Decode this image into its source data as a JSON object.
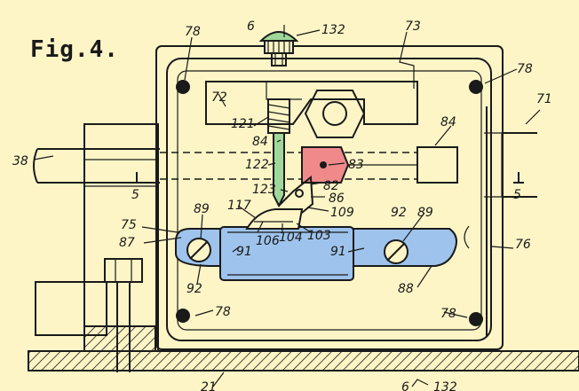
{
  "figure": {
    "title": "Fig.4.",
    "colors": {
      "background": "#fdf5c6",
      "plunger": "#9fd89a",
      "cam": "#f08a8a",
      "plate": "#9ec3ec",
      "ink": "#1a1a1a"
    },
    "labels": {
      "l6_top": "6",
      "l132_top": "132",
      "l78_tl": "78",
      "l73": "73",
      "l78_tr": "78",
      "l71": "71",
      "l72": "72",
      "l121": "121",
      "l84_right": "84",
      "l84": "84",
      "l38": "38",
      "l122": "122",
      "l83": "83",
      "l5_left": "5",
      "l5_right": "5",
      "l123": "123",
      "l82": "82",
      "l86": "86",
      "l117": "117",
      "l109": "109",
      "l89_left": "89",
      "l92_top": "92",
      "l89_right": "89",
      "l75": "75",
      "l104": "104",
      "l103": "103",
      "l106": "106",
      "l87": "87",
      "l76": "76",
      "l91_left": "91",
      "l91_right": "91",
      "l92_bottom": "92",
      "l88": "88",
      "l78_bl": "78",
      "l78_br": "78",
      "l21": "21",
      "l6_bottom": "6",
      "l132_bottom": "132"
    }
  }
}
